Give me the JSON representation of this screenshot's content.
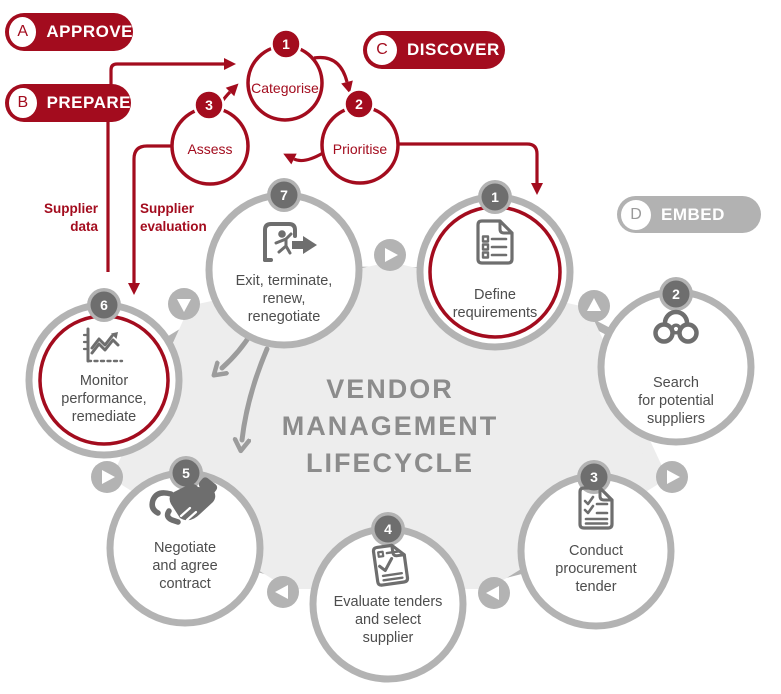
{
  "title": "VENDOR\nMANAGEMENT\nLIFECYCLE",
  "colors": {
    "red": "#a30c1e",
    "ring_gray": "#b3b3b3",
    "badge_gray": "#6e6e6e",
    "icon_gray": "#6e6e6e",
    "blob_gray": "#ededed",
    "center_text_gray": "#8c8c8c",
    "label_gray": "#4d4d4d",
    "pill_gray": "#b2b2b2"
  },
  "pills": [
    {
      "letter": "A",
      "label": "APPROVE",
      "style": "red"
    },
    {
      "letter": "B",
      "label": "PREPARE",
      "style": "red"
    },
    {
      "letter": "C",
      "label": "DISCOVER",
      "style": "red"
    },
    {
      "letter": "D",
      "label": "EMBED",
      "style": "gray"
    }
  ],
  "mini_cycle": {
    "steps": [
      {
        "number": "1",
        "label": "Categorise"
      },
      {
        "number": "2",
        "label": "Prioritise"
      },
      {
        "number": "3",
        "label": "Assess"
      }
    ]
  },
  "annotations": {
    "supplier_data": "Supplier\ndata",
    "supplier_evaluation": "Supplier\nevaluation"
  },
  "lifecycle": {
    "steps": [
      {
        "number": "1",
        "label": "Define\nrequirements",
        "icon": "document-checklist",
        "highlighted": true
      },
      {
        "number": "2",
        "label": "Search\nfor potential\nsuppliers",
        "icon": "binoculars",
        "highlighted": false
      },
      {
        "number": "3",
        "label": "Conduct\nprocurement\ntender",
        "icon": "tender-document",
        "highlighted": false
      },
      {
        "number": "4",
        "label": "Evaluate tenders\nand select\nsupplier",
        "icon": "evaluate-checklist",
        "highlighted": false
      },
      {
        "number": "5",
        "label": "Negotiate\nand agree\ncontract",
        "icon": "handshake",
        "highlighted": false
      },
      {
        "number": "6",
        "label": "Monitor\nperformance,\nremediate",
        "icon": "performance-chart",
        "highlighted": true
      },
      {
        "number": "7",
        "label": "Exit, terminate,\nrenew,\nrenegotiate",
        "icon": "exit-door",
        "highlighted": false
      }
    ]
  }
}
